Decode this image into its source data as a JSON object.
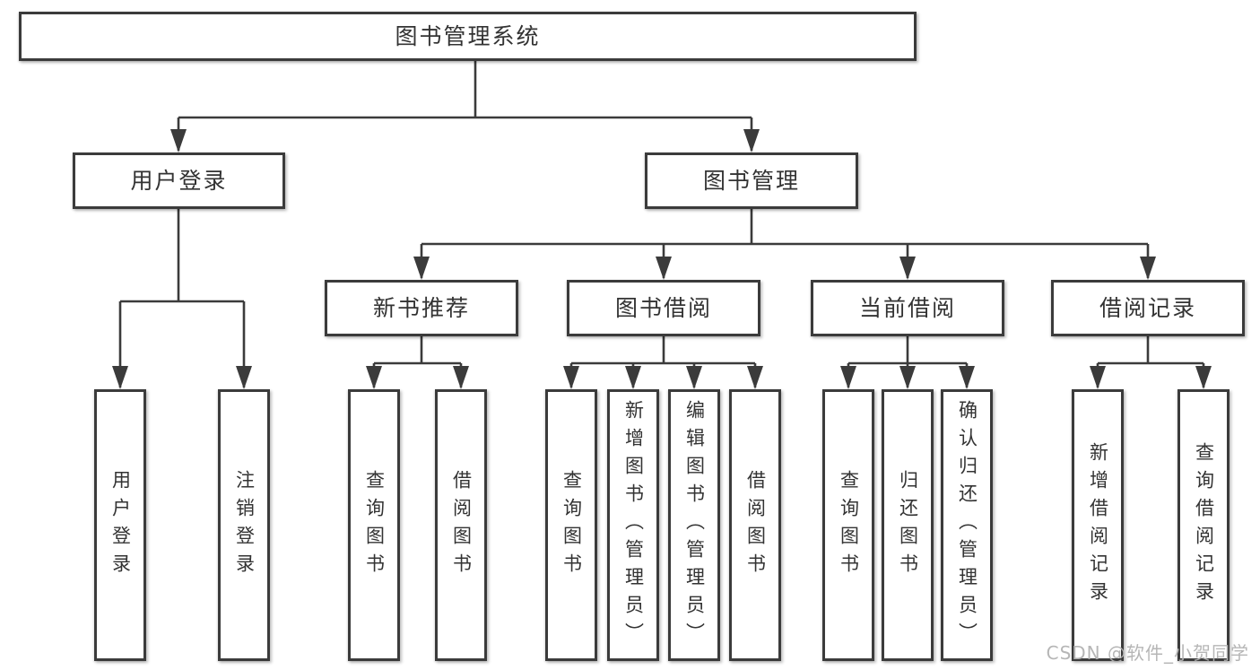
{
  "diagram": {
    "tree": {
      "label": "图书管理系统",
      "children": [
        {
          "label": "用户登录",
          "children": [
            {
              "label": "用户登录"
            },
            {
              "label": "注销登录"
            }
          ]
        },
        {
          "label": "图书管理",
          "children": [
            {
              "label": "新书推荐",
              "children": [
                {
                  "label": "查询图书"
                },
                {
                  "label": "借阅图书"
                }
              ]
            },
            {
              "label": "图书借阅",
              "children": [
                {
                  "label": "查询图书"
                },
                {
                  "label": "新增图书（管理员）"
                },
                {
                  "label": "编辑图书（管理员）"
                },
                {
                  "label": "借阅图书"
                }
              ]
            },
            {
              "label": "当前借阅",
              "children": [
                {
                  "label": "查询图书"
                },
                {
                  "label": "归还图书"
                },
                {
                  "label": "确认归还（管理员）"
                }
              ]
            },
            {
              "label": "借阅记录",
              "children": [
                {
                  "label": "新增借阅记录"
                },
                {
                  "label": "查询借阅记录"
                }
              ]
            }
          ]
        }
      ]
    }
  },
  "watermark": "CSDN @软件_小贺同学",
  "colors": {
    "background": "#ffffff",
    "line": "#3b3b3b",
    "box_border": "#3b3b3b",
    "text": "#333333",
    "watermark": "#b2b2b2"
  }
}
